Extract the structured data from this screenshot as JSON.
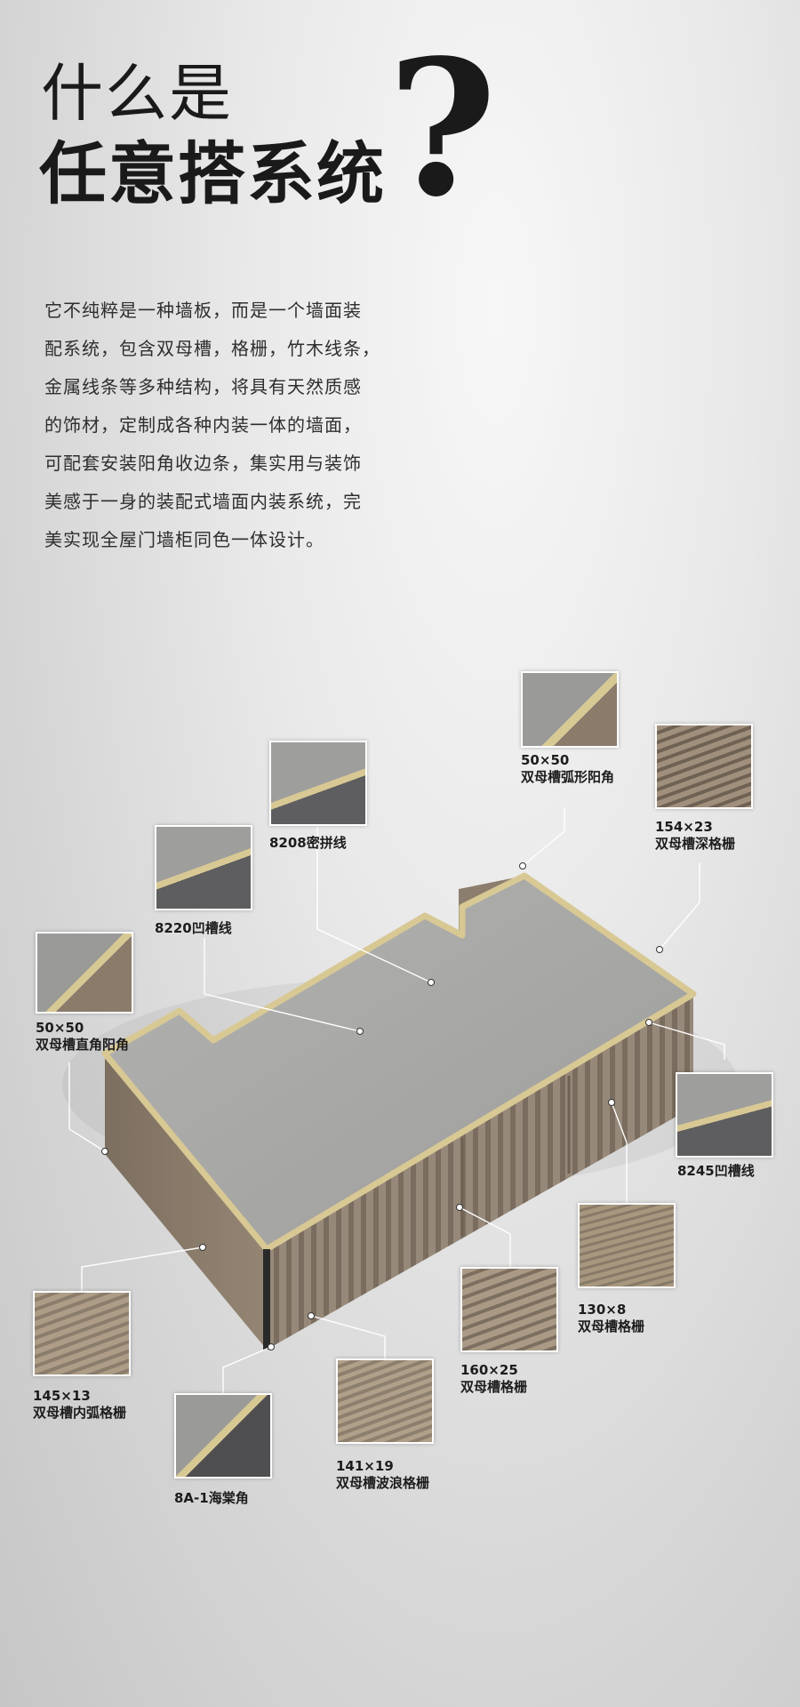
{
  "title": {
    "line1": "什么是",
    "line2": "任意搭系统",
    "mark": "?"
  },
  "intro": [
    "它不纯粹是一种墙板，而是一个墙面装",
    "配系统，包含双母槽，格栅，竹木线条，",
    "金属线条等多种结构，将具有天然质感",
    "的饰材，定制成各种内装一体的墙面，",
    "可配套安装阳角收边条，集实用与装饰",
    "美感于一身的装配式墙面内装系统，完",
    "美实现全屋门墙柜同色一体设计。"
  ],
  "callouts": [
    {
      "size": "50×50",
      "name": "双母槽弧形阳角",
      "icon": "arc-corner"
    },
    {
      "size": "154×23",
      "name": "双母槽深格栅",
      "icon": "deep-grille"
    },
    {
      "size": "",
      "name": "8208密拼线",
      "icon": "joint-line"
    },
    {
      "size": "",
      "name": "8220凹槽线",
      "icon": "groove-line"
    },
    {
      "size": "50×50",
      "name": "双母槽直角阳角",
      "icon": "right-corner"
    },
    {
      "size": "",
      "name": "8245凹槽线",
      "icon": "groove-line"
    },
    {
      "size": "130×8",
      "name": "双母槽格栅",
      "icon": "grille"
    },
    {
      "size": "160×25",
      "name": "双母槽格栅",
      "icon": "grille"
    },
    {
      "size": "145×13",
      "name": "双母槽内弧格栅",
      "icon": "arc-grille"
    },
    {
      "size": "141×19",
      "name": "双母槽波浪格栅",
      "icon": "wave-grille"
    },
    {
      "size": "",
      "name": "8A-1海棠角",
      "icon": "begonia-corner"
    }
  ]
}
